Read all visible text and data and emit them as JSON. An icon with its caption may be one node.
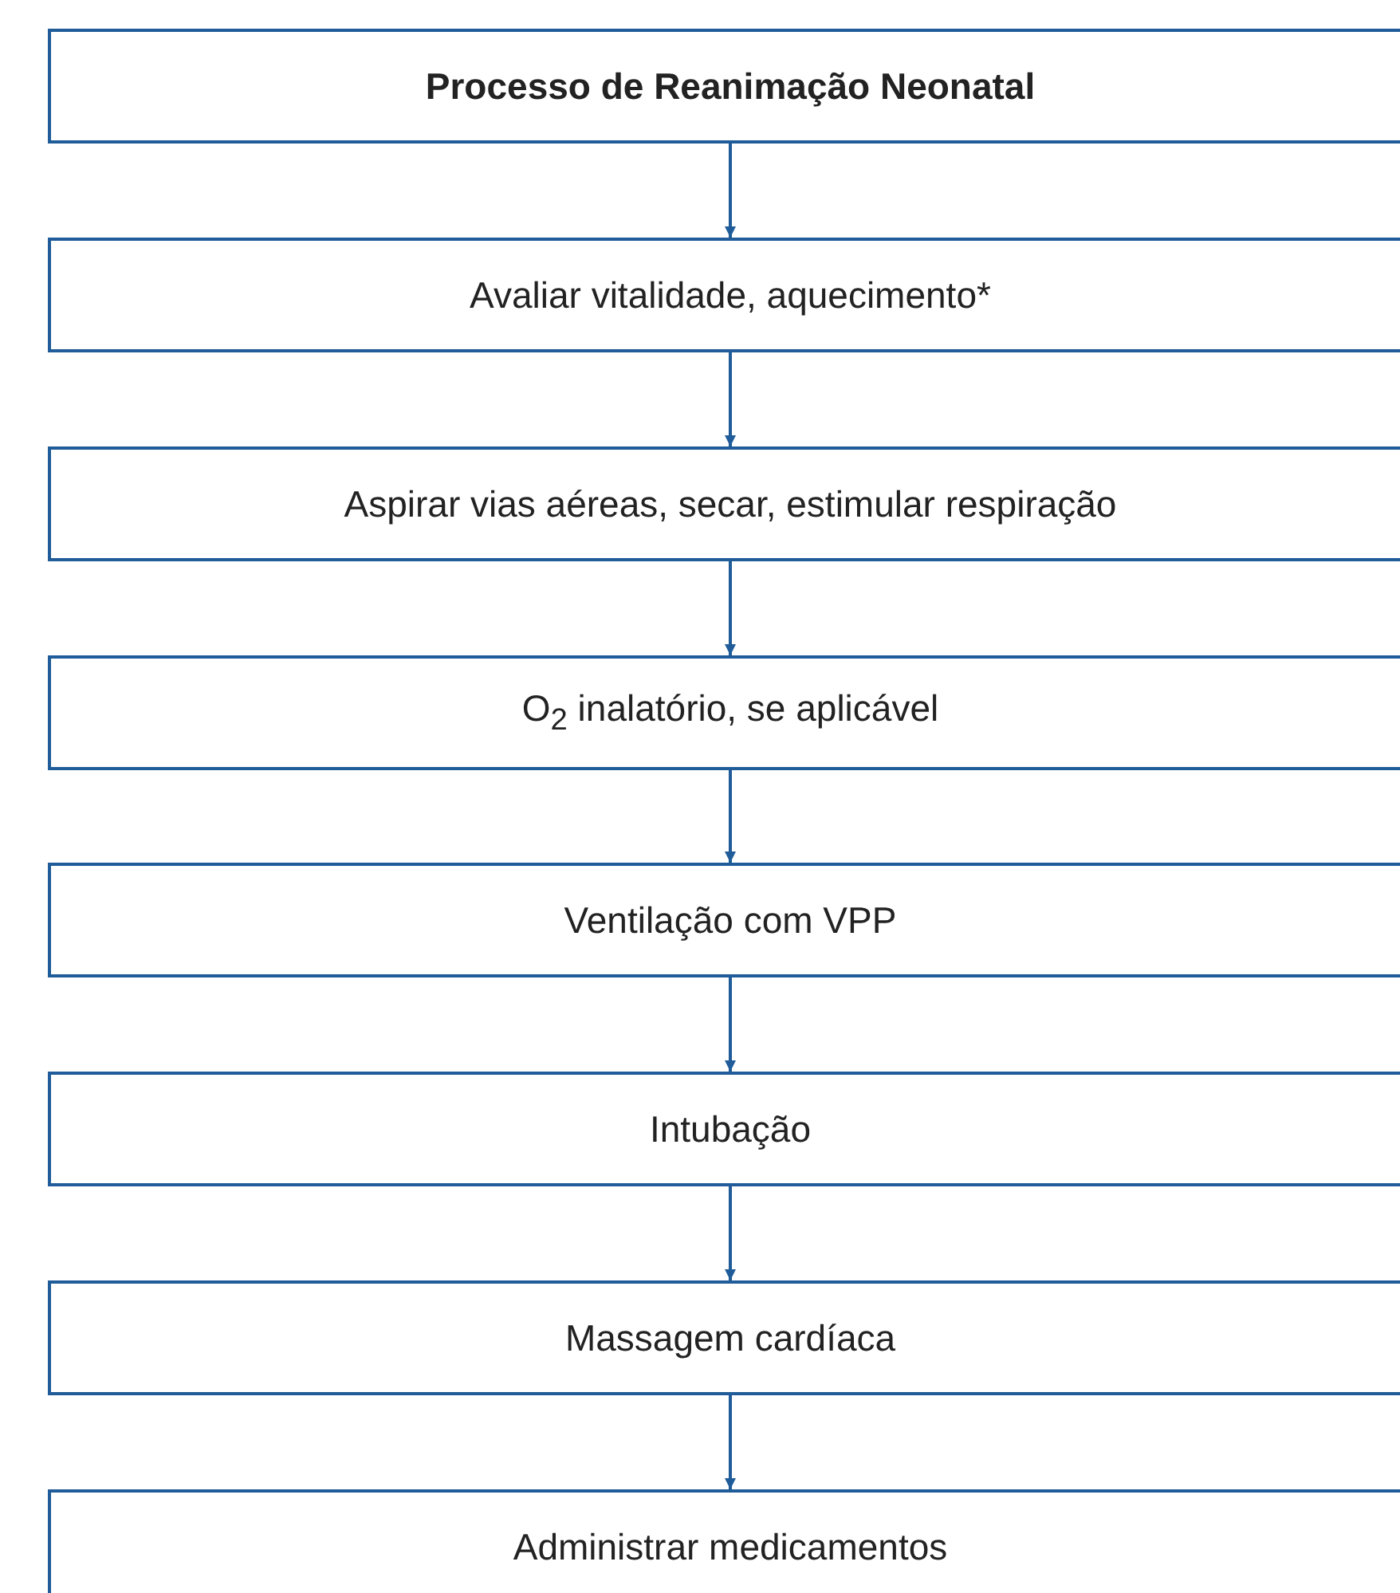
{
  "diagram": {
    "nodes": [
      {
        "text": [
          "Processo de Reanimação Neonatal"
        ]
      },
      {
        "text": [
          "Avaliar vitalidade, aquecimento*"
        ]
      },
      {
        "text": [
          "Aspirar vias aéreas, secar, estimular respiração"
        ]
      },
      {
        "text": [
          "O$_{2}$ inalatório, se aplicável"
        ]
      },
      {
        "text": [
          "Ventilação com VPP"
        ]
      },
      {
        "text": [
          "Intubação"
        ]
      },
      {
        "text": [
          "Massagem cardíaca"
        ]
      },
      {
        "text": [
          "Administrar medicamentos"
        ]
      }
    ],
    "edges": [
      {
        "from": 0,
        "to": 1,
        "arrow": "to"
      },
      {
        "from": 1,
        "to": 2,
        "arrow": "to"
      },
      {
        "from": 2,
        "to": 3,
        "arrow": "to"
      },
      {
        "from": 3,
        "to": 4,
        "arrow": "to"
      },
      {
        "from": 4,
        "to": 5,
        "arrow": "to"
      },
      {
        "from": 5,
        "to": 6,
        "arrow": "to"
      },
      {
        "from": 6,
        "to": 7,
        "arrow": "to"
      }
    ]
  }
}
